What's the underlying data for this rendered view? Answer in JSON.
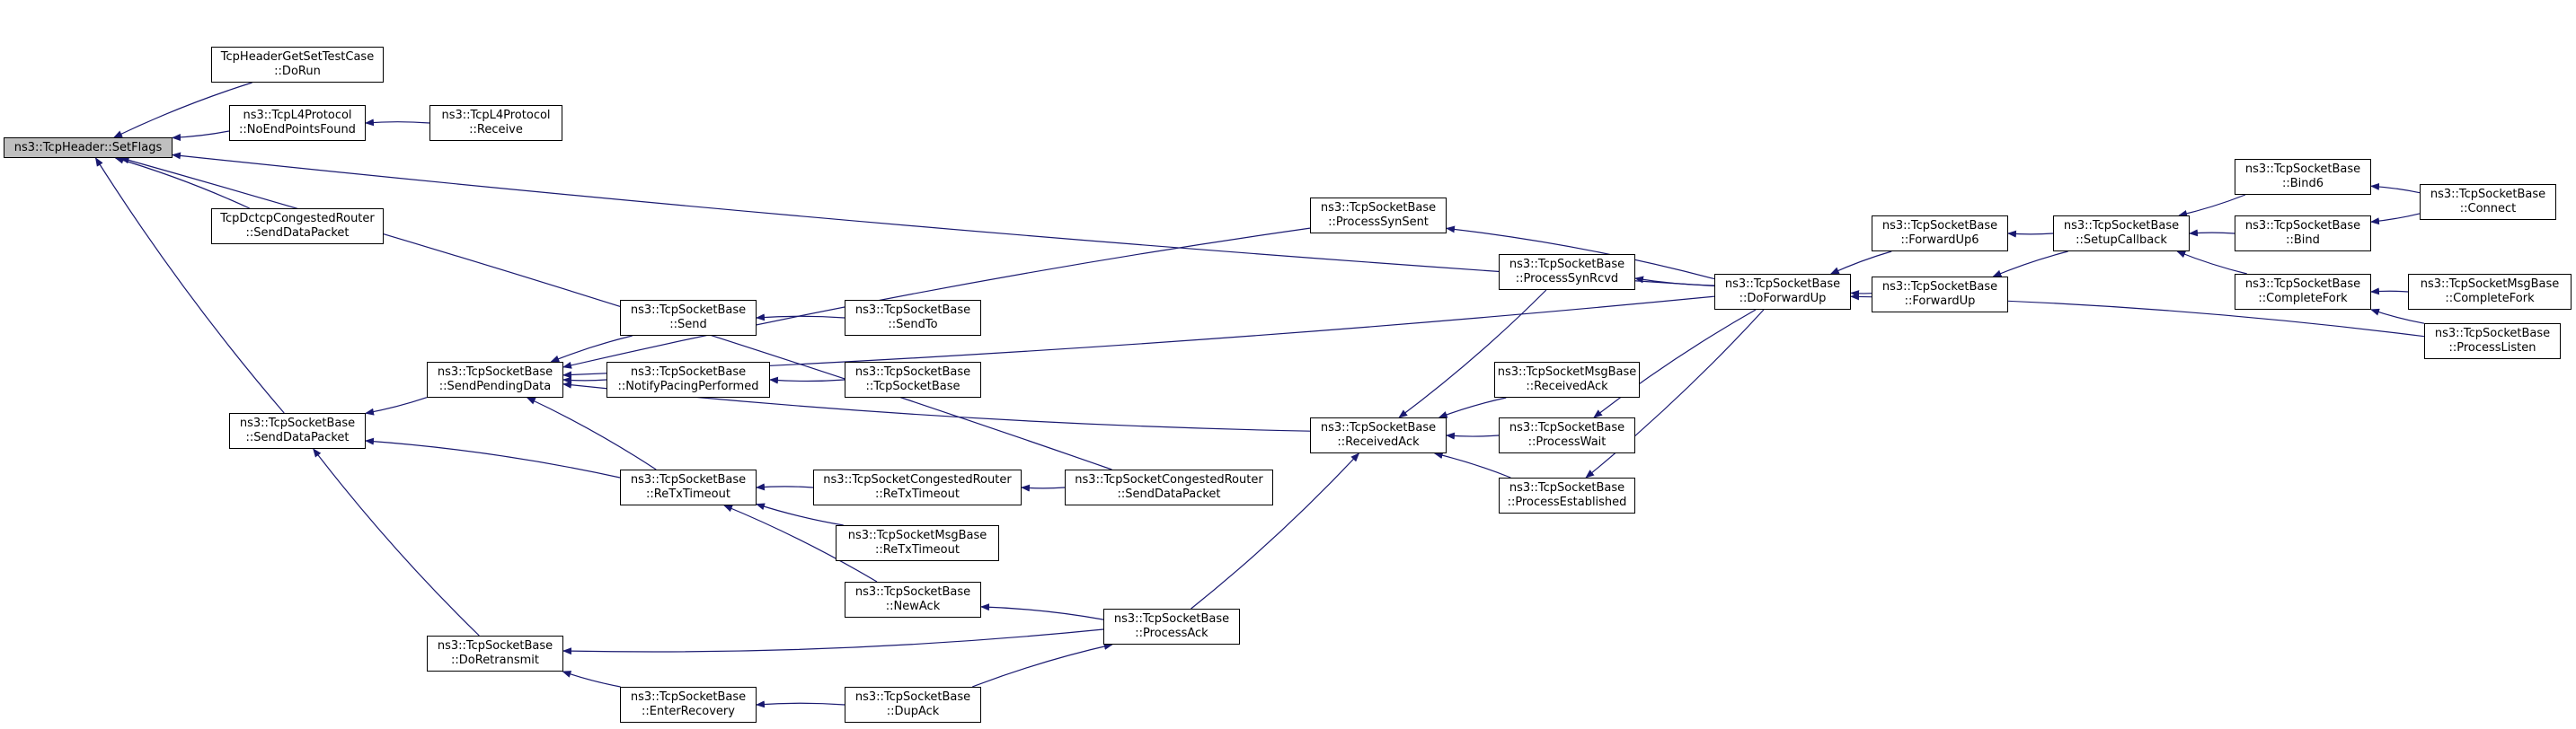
{
  "graph": {
    "edge_color": "#191970",
    "root_fill": "#bfbfbf",
    "nodes": [
      {
        "id": "setflags",
        "lines": [
          "ns3::TcpHeader::SetFlags"
        ],
        "root": true
      },
      {
        "id": "hdrtest",
        "lines": [
          "TcpHeaderGetSetTestCase",
          "::DoRun"
        ]
      },
      {
        "id": "noend",
        "lines": [
          "ns3::TcpL4Protocol",
          "::NoEndPointsFound"
        ]
      },
      {
        "id": "l4recv",
        "lines": [
          "ns3::TcpL4Protocol",
          "::Receive"
        ]
      },
      {
        "id": "dctcp",
        "lines": [
          "TcpDctcpCongestedRouter",
          "::SendDataPacket"
        ]
      },
      {
        "id": "sdp",
        "lines": [
          "ns3::TcpSocketBase",
          "::SendDataPacket"
        ]
      },
      {
        "id": "spd",
        "lines": [
          "ns3::TcpSocketBase",
          "::SendPendingData"
        ]
      },
      {
        "id": "send",
        "lines": [
          "ns3::TcpSocketBase",
          "::Send"
        ]
      },
      {
        "id": "sendto",
        "lines": [
          "ns3::TcpSocketBase",
          "::SendTo"
        ]
      },
      {
        "id": "npp",
        "lines": [
          "ns3::TcpSocketBase",
          "::NotifyPacingPerformed"
        ]
      },
      {
        "id": "tsbctor",
        "lines": [
          "ns3::TcpSocketBase",
          "::TcpSocketBase"
        ]
      },
      {
        "id": "rto",
        "lines": [
          "ns3::TcpSocketBase",
          "::ReTxTimeout"
        ]
      },
      {
        "id": "crrto",
        "lines": [
          "ns3::TcpSocketCongestedRouter",
          "::ReTxTimeout"
        ]
      },
      {
        "id": "crsdp",
        "lines": [
          "ns3::TcpSocketCongestedRouter",
          "::SendDataPacket"
        ]
      },
      {
        "id": "msgrto",
        "lines": [
          "ns3::TcpSocketMsgBase",
          "::ReTxTimeout"
        ]
      },
      {
        "id": "newack",
        "lines": [
          "ns3::TcpSocketBase",
          "::NewAck"
        ]
      },
      {
        "id": "pack",
        "lines": [
          "ns3::TcpSocketBase",
          "::ProcessAck"
        ]
      },
      {
        "id": "dort",
        "lines": [
          "ns3::TcpSocketBase",
          "::DoRetransmit"
        ]
      },
      {
        "id": "enrec",
        "lines": [
          "ns3::TcpSocketBase",
          "::EnterRecovery"
        ]
      },
      {
        "id": "dupack",
        "lines": [
          "ns3::TcpSocketBase",
          "::DupAck"
        ]
      },
      {
        "id": "psynsent",
        "lines": [
          "ns3::TcpSocketBase",
          "::ProcessSynSent"
        ]
      },
      {
        "id": "recack",
        "lines": [
          "ns3::TcpSocketBase",
          "::ReceivedAck"
        ]
      },
      {
        "id": "psynrcvd",
        "lines": [
          "ns3::TcpSocketBase",
          "::ProcessSynRcvd"
        ]
      },
      {
        "id": "msgrecack",
        "lines": [
          "ns3::TcpSocketMsgBase",
          "::ReceivedAck"
        ]
      },
      {
        "id": "pwait",
        "lines": [
          "ns3::TcpSocketBase",
          "::ProcessWait"
        ]
      },
      {
        "id": "pest",
        "lines": [
          "ns3::TcpSocketBase",
          "::ProcessEstablished"
        ]
      },
      {
        "id": "dofwd",
        "lines": [
          "ns3::TcpSocketBase",
          "::DoForwardUp"
        ]
      },
      {
        "id": "fwd6",
        "lines": [
          "ns3::TcpSocketBase",
          "::ForwardUp6"
        ]
      },
      {
        "id": "fwd",
        "lines": [
          "ns3::TcpSocketBase",
          "::ForwardUp"
        ]
      },
      {
        "id": "setcb",
        "lines": [
          "ns3::TcpSocketBase",
          "::SetupCallback"
        ]
      },
      {
        "id": "bind6",
        "lines": [
          "ns3::TcpSocketBase",
          "::Bind6"
        ]
      },
      {
        "id": "bind",
        "lines": [
          "ns3::TcpSocketBase",
          "::Bind"
        ]
      },
      {
        "id": "connect",
        "lines": [
          "ns3::TcpSocketBase",
          "::Connect"
        ]
      },
      {
        "id": "cfork",
        "lines": [
          "ns3::TcpSocketBase",
          "::CompleteFork"
        ]
      },
      {
        "id": "msgcfork",
        "lines": [
          "ns3::TcpSocketMsgBase",
          "::CompleteFork"
        ]
      },
      {
        "id": "plisten",
        "lines": [
          "ns3::TcpSocketBase",
          "::ProcessListen"
        ]
      }
    ],
    "edges": [
      [
        "hdrtest",
        "setflags"
      ],
      [
        "noend",
        "setflags"
      ],
      [
        "dctcp",
        "setflags"
      ],
      [
        "sdp",
        "setflags"
      ],
      [
        "crsdp",
        "setflags"
      ],
      [
        "dofwd",
        "setflags"
      ],
      [
        "l4recv",
        "noend"
      ],
      [
        "spd",
        "sdp"
      ],
      [
        "rto",
        "sdp"
      ],
      [
        "dort",
        "sdp"
      ],
      [
        "send",
        "spd"
      ],
      [
        "npp",
        "spd"
      ],
      [
        "rto",
        "spd"
      ],
      [
        "recack",
        "spd"
      ],
      [
        "psynsent",
        "spd"
      ],
      [
        "dofwd",
        "spd"
      ],
      [
        "sendto",
        "send"
      ],
      [
        "tsbctor",
        "npp"
      ],
      [
        "crrto",
        "rto"
      ],
      [
        "msgrto",
        "rto"
      ],
      [
        "newack",
        "rto"
      ],
      [
        "crsdp",
        "crrto"
      ],
      [
        "pack",
        "newack"
      ],
      [
        "pack",
        "dort"
      ],
      [
        "pack",
        "recack"
      ],
      [
        "enrec",
        "dort"
      ],
      [
        "dupack",
        "enrec"
      ],
      [
        "dupack",
        "pack"
      ],
      [
        "dofwd",
        "psynsent"
      ],
      [
        "psynrcvd",
        "recack"
      ],
      [
        "msgrecack",
        "recack"
      ],
      [
        "pwait",
        "recack"
      ],
      [
        "pest",
        "recack"
      ],
      [
        "dofwd",
        "psynrcvd"
      ],
      [
        "dofwd",
        "pwait"
      ],
      [
        "dofwd",
        "pest"
      ],
      [
        "fwd6",
        "dofwd"
      ],
      [
        "fwd",
        "dofwd"
      ],
      [
        "plisten",
        "dofwd"
      ],
      [
        "setcb",
        "fwd6"
      ],
      [
        "setcb",
        "fwd"
      ],
      [
        "bind6",
        "setcb"
      ],
      [
        "bind",
        "setcb"
      ],
      [
        "cfork",
        "setcb"
      ],
      [
        "connect",
        "bind6"
      ],
      [
        "connect",
        "bind"
      ],
      [
        "msgcfork",
        "cfork"
      ],
      [
        "plisten",
        "cfork"
      ]
    ]
  }
}
